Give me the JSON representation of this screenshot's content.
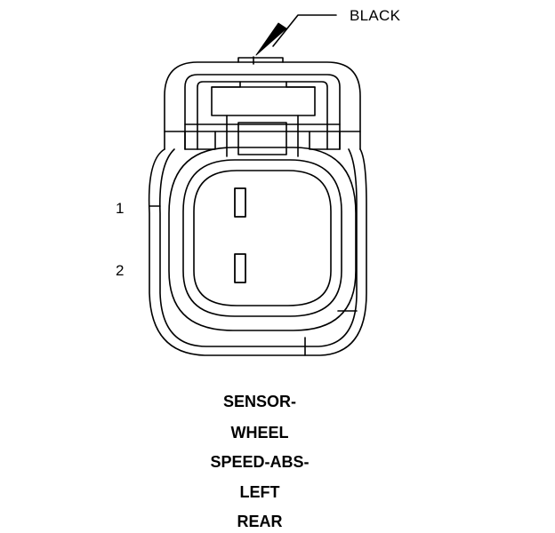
{
  "callout": {
    "color_label": "BLACK"
  },
  "pins": [
    {
      "label": "1"
    },
    {
      "label": "2"
    }
  ],
  "caption": {
    "lines": [
      "SENSOR-",
      "WHEEL",
      "SPEED-ABS-",
      "LEFT",
      "REAR"
    ]
  },
  "colors": {
    "ink": "#000000",
    "background": "#ffffff"
  }
}
